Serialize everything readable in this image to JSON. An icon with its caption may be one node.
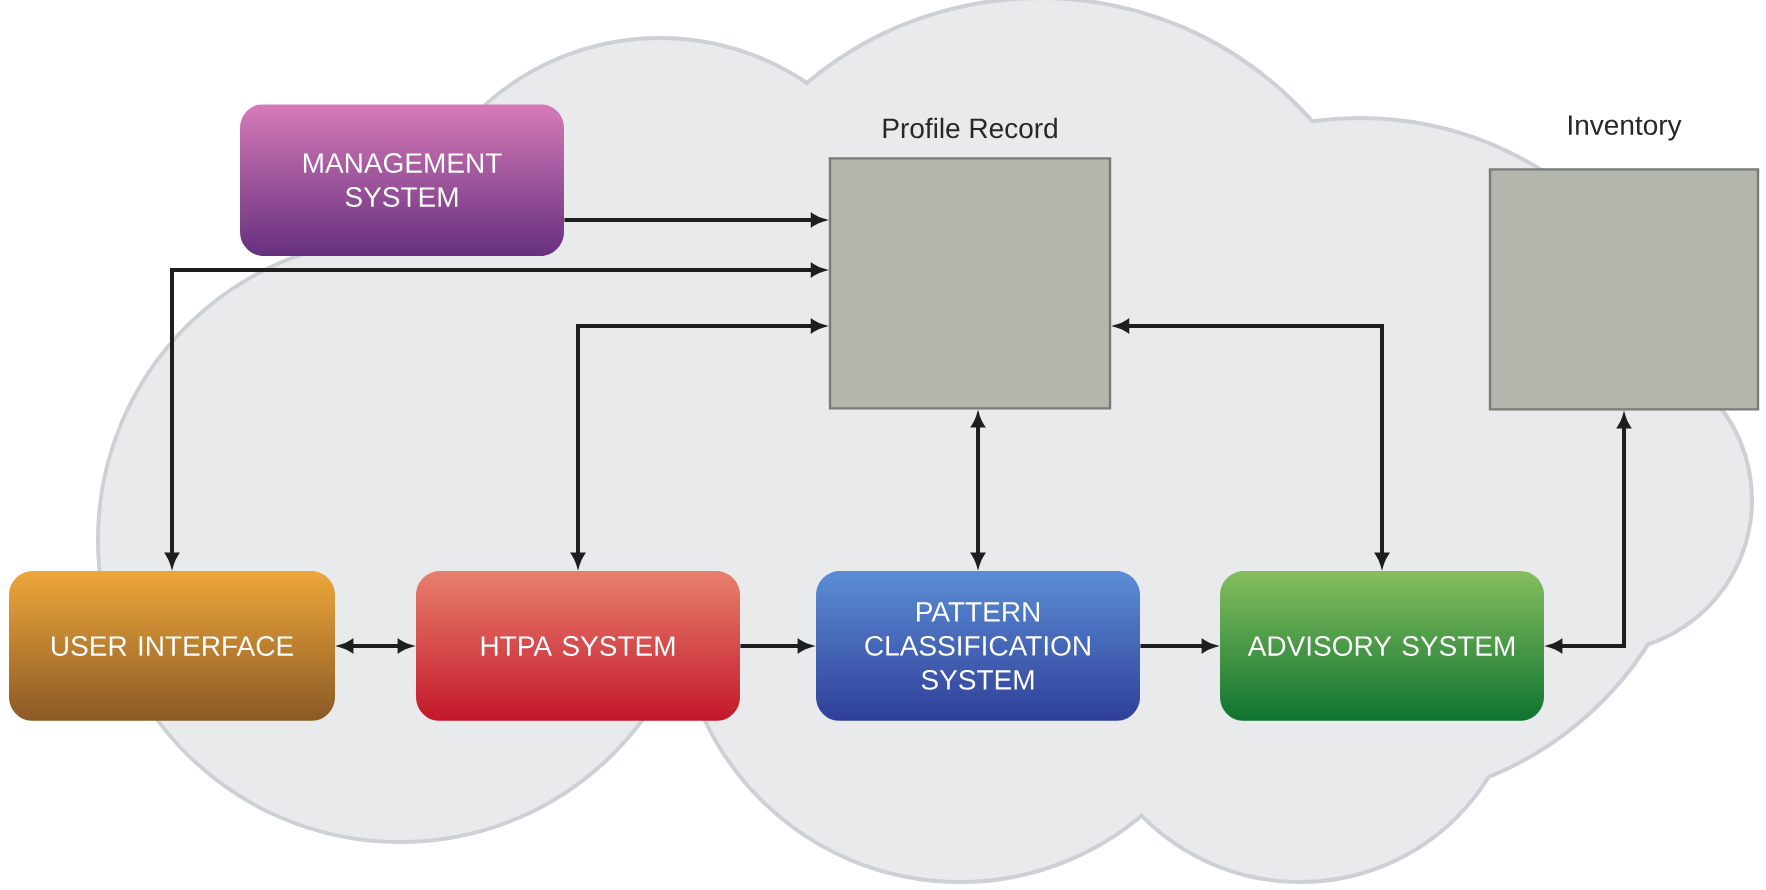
{
  "diagram": {
    "nodes": [
      {
        "text": [
          "MANAGEMENT SYSTEM"
        ]
      },
      {
        "text": [
          "Profile Record"
        ]
      },
      {
        "text": [
          "Inventory"
        ]
      },
      {
        "text": [
          "USER INTERFACE"
        ]
      },
      {
        "text": [
          "HTPA SYSTEM"
        ]
      },
      {
        "text": [
          "PATTERN CLASSIFICATION SYSTEM"
        ]
      },
      {
        "text": [
          "ADVISORY SYSTEM"
        ]
      }
    ],
    "edges": [
      {
        "from": 0,
        "to": 1,
        "arrow": "to"
      },
      {
        "from": 3,
        "to": 1,
        "arrow": "both"
      },
      {
        "from": 4,
        "to": 1,
        "arrow": "both"
      },
      {
        "from": 5,
        "to": 1,
        "arrow": "both"
      },
      {
        "from": 6,
        "to": 1,
        "arrow": "both"
      },
      {
        "from": 6,
        "to": 2,
        "arrow": "both"
      },
      {
        "from": 3,
        "to": 4,
        "arrow": "both"
      },
      {
        "from": 4,
        "to": 5,
        "arrow": "to"
      },
      {
        "from": 5,
        "to": 6,
        "arrow": "to"
      }
    ]
  }
}
